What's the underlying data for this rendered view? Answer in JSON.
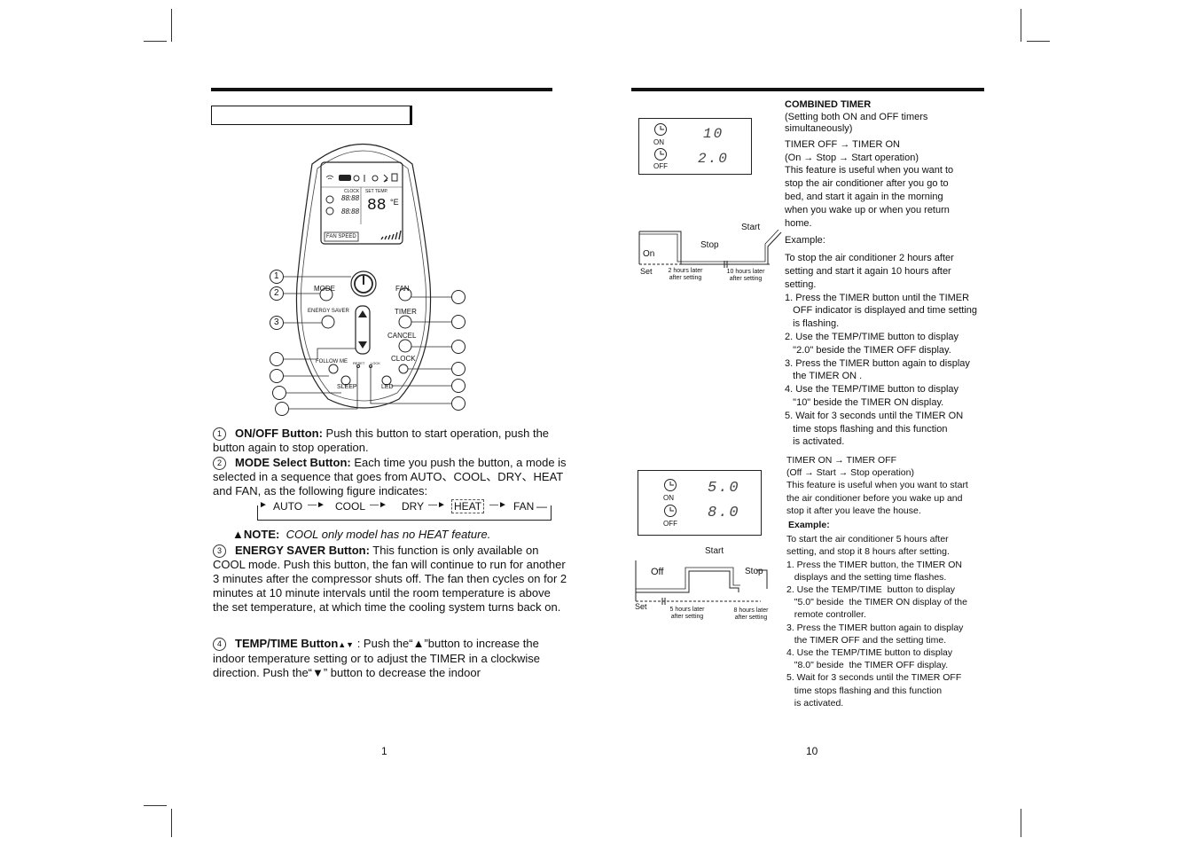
{
  "left_page": {
    "remote": {
      "clock_label": "CLOCK",
      "set_temp_label": "SET TEMP.",
      "clock_value": "88:88",
      "clock_value2": "88:88",
      "temp_value": "88",
      "degree_label": "°E",
      "fan_speed_label": "FAN SPEED",
      "mode_label": "MODE",
      "fan_label": "FAN",
      "energy_saver_label": "ENERGY SAVER",
      "timer_label": "TIMER",
      "cancel_label": "CANCEL",
      "clock_button_label": "CLOCK",
      "follow_me_label": "FOLLOW ME",
      "reset_label": "RESET",
      "lock_label": "LOCK",
      "sleep_label": "SLEEP",
      "led_label": "LED",
      "callouts": [
        "1",
        "2",
        "3"
      ]
    },
    "items": [
      {
        "num": "1",
        "title": "ON/OFF Button:",
        "text": " Push  this button to start operation,  push the button again to stop operation."
      },
      {
        "num": "2",
        "title": "MODE Select Button:",
        "text": " Each time you push the button, a mode is selected in  a sequence  that goes  from AUTO、COOL、DRY、HEAT and FAN,  as the following figure indicates:"
      },
      {
        "num": "3",
        "title": "ENERGY SAVER Button:",
        "text": " This function is only available on COOL mode. Push this button, the fan will continue to run for another 3 minutes after the compressor shuts off. The fan then cycles on for 2 minutes at 10 minute intervals until the room temperature is above the set temperature, at which time the cooling system turns back on."
      },
      {
        "num": "4",
        "title": "TEMP/TIME Button",
        "text": " :   Push  the“▲”button  to increase the indoor temperature setting or to adjust the TIMER in a clockwise direction. Push the“▼” button  to  decrease  the indoor"
      }
    ],
    "sequence": [
      "AUTO",
      "COOL",
      "DRY",
      "HEAT",
      "FAN"
    ],
    "note_label": "NOTE:",
    "note_text": "COOL only model has no HEAT feature.",
    "page_number": "1"
  },
  "right_page": {
    "display1": {
      "on": "ON",
      "off": "OFF",
      "on_value": "10",
      "off_value": "2.0"
    },
    "chart1": {
      "on": "On",
      "stop": "Stop",
      "start": "Start",
      "set": "Set",
      "t1": "2 hours later after setting",
      "t2": "10 hours later after setting"
    },
    "display2": {
      "on": "ON",
      "off": "OFF",
      "on_value": "5.0",
      "off_value": "8.0"
    },
    "chart2": {
      "off": "Off",
      "start": "Start",
      "stop": "Stop",
      "set": "Set",
      "t1": "5 hours later after setting",
      "t2": "8 hours later after setting"
    },
    "combined_title": "COMBINED TIMER",
    "combined_sub1": "(Setting both ON and OFF timers",
    "combined_sub2": "simultaneously)",
    "sec1_title": "TIMER OFF → TIMER ON",
    "sec1_seq": "(On → Stop → Start operation)",
    "sec1_desc": [
      "This feature is useful when you want to",
      "stop the air conditioner after you go to",
      "bed, and start it again in the morning",
      "when you wake up or when you return",
      "home."
    ],
    "sec1_example": "Example:",
    "sec1_example_desc": [
      "To stop the air conditioner 2 hours after",
      "setting and start it again 10 hours after",
      "setting."
    ],
    "sec1_steps": [
      "1. Press the TIMER button until the TIMER",
      "   OFF indicator is displayed and time setting",
      "   is flashing.",
      "2. Use the TEMP/TIME button to display",
      "   \"2.0\" beside the TIMER OFF display.",
      "3. Press the TIMER button again to display",
      "   the TIMER ON .",
      "4. Use the TEMP/TIME button to display",
      "   \"10\" beside the TIMER ON display.",
      "5. Wait for 3 seconds until the TIMER ON",
      "   time stops flashing and this function",
      "   is activated."
    ],
    "sec2_title": "TIMER ON → TIMER OFF",
    "sec2_seq": "(Off → Start → Stop operation)",
    "sec2_desc": [
      "This feature is useful when you want to start",
      "the air conditioner before you wake up and",
      "stop it after you leave the house."
    ],
    "sec2_example": "Example:",
    "sec2_example_desc": [
      "To start the air conditioner 5 hours after",
      "setting, and stop it 8 hours after setting."
    ],
    "sec2_steps": [
      "1. Press the TIMER button, the TIMER ON",
      "   displays and the setting time flashes.",
      "2. Use the TEMP/TIME  button to display",
      "   \"5.0\" beside  the TIMER ON display of the",
      "   remote controller.",
      "3. Press the TIMER button again to display",
      "   the TIMER OFF and the setting time.",
      "4. Use the TEMP/TIME button to display",
      "   \"8.0\" beside  the TIMER OFF display.",
      "5. Wait for 3 seconds until the TIMER OFF",
      "   time stops flashing and this function",
      "   is activated."
    ],
    "page_number": "10"
  }
}
